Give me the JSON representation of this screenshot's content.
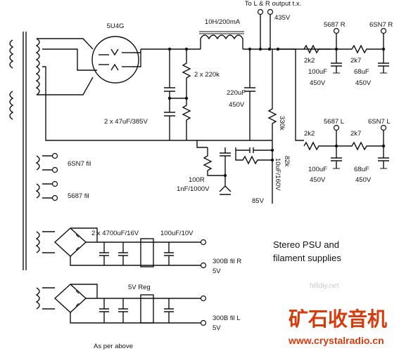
{
  "labels": {
    "to_lr_output": "To L & R output t.x.",
    "v435": "435V",
    "choke": "10H/200mA",
    "rect_tube": "5U4G",
    "res_220k": "2 x 220k",
    "cap_47u": "2 x 47uF/385V",
    "cap_220u": "220uF",
    "cap_220u_v": "450V",
    "res_330k": "330k",
    "res_82k": "82k",
    "cap_10u_160": "10uF/160V",
    "res_100r": "100R",
    "cap_1n": "1nF/1000V",
    "v85": "85V",
    "sn7_fil": "6SN7 fil",
    "fil_5687": "5687 fil",
    "r_5687": "5687 R",
    "r_6sn7": "6SN7 R",
    "l_5687": "5687 L",
    "l_6sn7": "6SN7 L",
    "r2k2_top": "2k2",
    "r2k7_top": "2k7",
    "c100u_top": "100uF",
    "c100u_top_v": "450V",
    "c68u_top": "68uF",
    "c68u_top_v": "450V",
    "r2k2_bot": "2k2",
    "r2k7_bot": "2k7",
    "c100u_bot": "100uF",
    "c100u_bot_v": "450V",
    "c68u_bot": "68uF",
    "c68u_bot_v": "450V",
    "cap_4700": "2 x 4700uF/16V",
    "cap_100u_10": "100uF/10V",
    "reg_5v": "5V Reg",
    "fil_300b_r": "300B fil R",
    "fil_300b_r_v": "5V",
    "fil_300b_l": "300B fil L",
    "fil_300b_l_v": "5V",
    "as_per_above": "As per above",
    "stereo_title_1": "Stereo PSU and",
    "stereo_title_2": "filament supplies"
  },
  "watermark": "hifidiy.net",
  "brand": {
    "name_cn": "矿石收音机",
    "url": "www.crystalradio.cn",
    "color": "#d63b0c"
  }
}
